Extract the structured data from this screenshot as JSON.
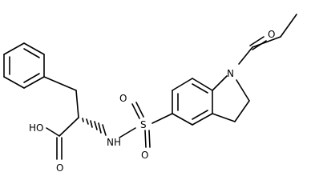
{
  "structure": {
    "atoms": {
      "ho": "HO",
      "o_acid": "O",
      "nh": "NH",
      "s": "S",
      "o_s_top": "O",
      "o_s_bottom": "O",
      "n_indoline": "N",
      "o_acyl": "O"
    },
    "colors": {
      "line": "#000000",
      "background": "#ffffff"
    }
  }
}
